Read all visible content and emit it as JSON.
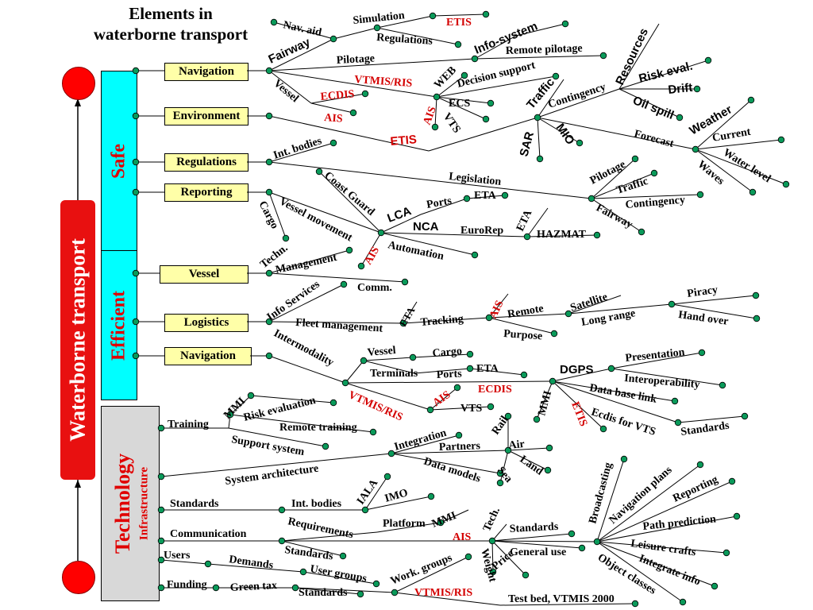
{
  "title_lines": [
    "Elements in",
    "waterborne transport"
  ],
  "main_label": "Waterborne transport",
  "categories": {
    "safe": "Safe",
    "efficient": "Efficient",
    "technology": "Technology",
    "infrastructure": "Infrastructure"
  },
  "boxes": {
    "navigation_safe": "Navigation",
    "environment": "Environment",
    "regulations": "Regulations",
    "reporting": "Reporting",
    "vessel": "Vessel",
    "logistics": "Logistics",
    "navigation_eff": "Navigation"
  },
  "colors": {
    "red_text": "#d40000",
    "node": "#0a9a5a",
    "yellow_box": "#ffffa8",
    "cyan_band": "#00ffff",
    "gray_band": "#d8d8d8",
    "bar": "#e81010"
  },
  "labels": {
    "fairway": "Fairway",
    "nav_aid": "Nav. aid",
    "simulation": "Simulation",
    "etis1": "ETIS",
    "regulations_t": "Regulations",
    "pilotage": "Pilotage",
    "vtmis_ris1": "VTMIS/RIS",
    "vessel_t": "Vessel",
    "ecdis1": "ECDIS",
    "ais1": "AIS",
    "web": "WEB",
    "info_system": "Info-system",
    "remote_pilotage": "Remote pilotage",
    "decision_support": "Decision support",
    "ais2": "AIS",
    "ecs": "ECS",
    "vts1": "VTS",
    "etis2": "ETIS",
    "traffic1": "Traffic",
    "contingency1": "Contingency",
    "resources": "Resources",
    "risk_eval": "Risk eval.",
    "drift": "Drift",
    "oil_spill": "Oil spill",
    "sar": "SAR",
    "mio": "MIO",
    "forecast": "Forecast",
    "weather": "Weather",
    "current": "Current",
    "water_level": "Water level",
    "waves": "Waves",
    "int_bodies1": "Int. bodies",
    "legislation": "Legislation",
    "pilotage2": "Pilotage",
    "traffic2": "Traffic",
    "contingency2": "Contingency",
    "fairway2": "Fairway",
    "coast_guard": "Coast Guard",
    "cargo1": "Cargo",
    "vessel_movement": "Vessel movement",
    "lca": "LCA",
    "ports1": "Ports",
    "eta1": "ETA",
    "nca": "NCA",
    "eurorep": "EuroRep",
    "eta2": "ETA",
    "hazmat": "HAZMAT",
    "automation": "Automation",
    "ais3": "AIS",
    "techn": "Techn.",
    "management": "Management",
    "comm": "Comm.",
    "info_services": "Info Services",
    "fleet_management": "Fleet management",
    "eta3": "ETA",
    "tracking": "Tracking",
    "ais4": "AIS",
    "remote": "Remote",
    "purpose": "Purpose",
    "satellite": "Satellite",
    "long_range": "Long range",
    "piracy": "Piracy",
    "hand_over": "Hand over",
    "intermodality": "Intermodality",
    "vessel2": "Vessel",
    "cargo2": "Cargo",
    "terminals": "Terminals",
    "ports2": "Ports",
    "eta4": "ETA",
    "vtmis_ris2": "VTMIS/RIS",
    "ais5": "AIS",
    "ecdis2": "ECDIS",
    "vts2": "VTS",
    "mmi1": "MMI",
    "dgps": "DGPS",
    "presentation": "Presentation",
    "interoperability": "Interoperability",
    "data_base_link": "Data base link",
    "etis3": "ETIS",
    "ecdis_for_vts": "Ecdis for VTS",
    "standards1": "Standards",
    "training": "Training",
    "mmi2": "MMI",
    "risk_evaluation": "Risk evaluation",
    "remote_training": "Remote training",
    "support_system": "Support system",
    "integration": "Integration",
    "partners": "Partners",
    "data_models": "Data models",
    "rail": "Rail",
    "air": "Air",
    "land": "Land",
    "sea": "Sea",
    "system_architecture": "System architecture",
    "standards2": "Standards",
    "int_bodies2": "Int. bodies",
    "iala": "IALA",
    "imo": "IMO",
    "requirements": "Requirements",
    "platform": "Platform",
    "mmi3": "MMI",
    "communication": "Communication",
    "standards3": "Standards",
    "ais6": "AIS",
    "tech": "Tech.",
    "standards4": "Standards",
    "general_use": "General use",
    "weight": "Weight",
    "price": "Price",
    "broadcasting": "Broadcasting",
    "navigation_plans": "Navigation plans",
    "reporting2": "Reporting",
    "path_prediction": "Path prediction",
    "leisure_crafts": "Leisure crafts",
    "integrate_info": "Integrate info",
    "object_classes": "Object classes",
    "users": "Users",
    "demands": "Demands",
    "user_groups": "User groups",
    "work_groups": "Work. groups",
    "funding": "Funding",
    "green_tax": "Green tax",
    "standards5": "Standards",
    "vtmis_ris3": "VTMIS/RIS",
    "test_bed": "Test bed, VTMIS 2000"
  }
}
